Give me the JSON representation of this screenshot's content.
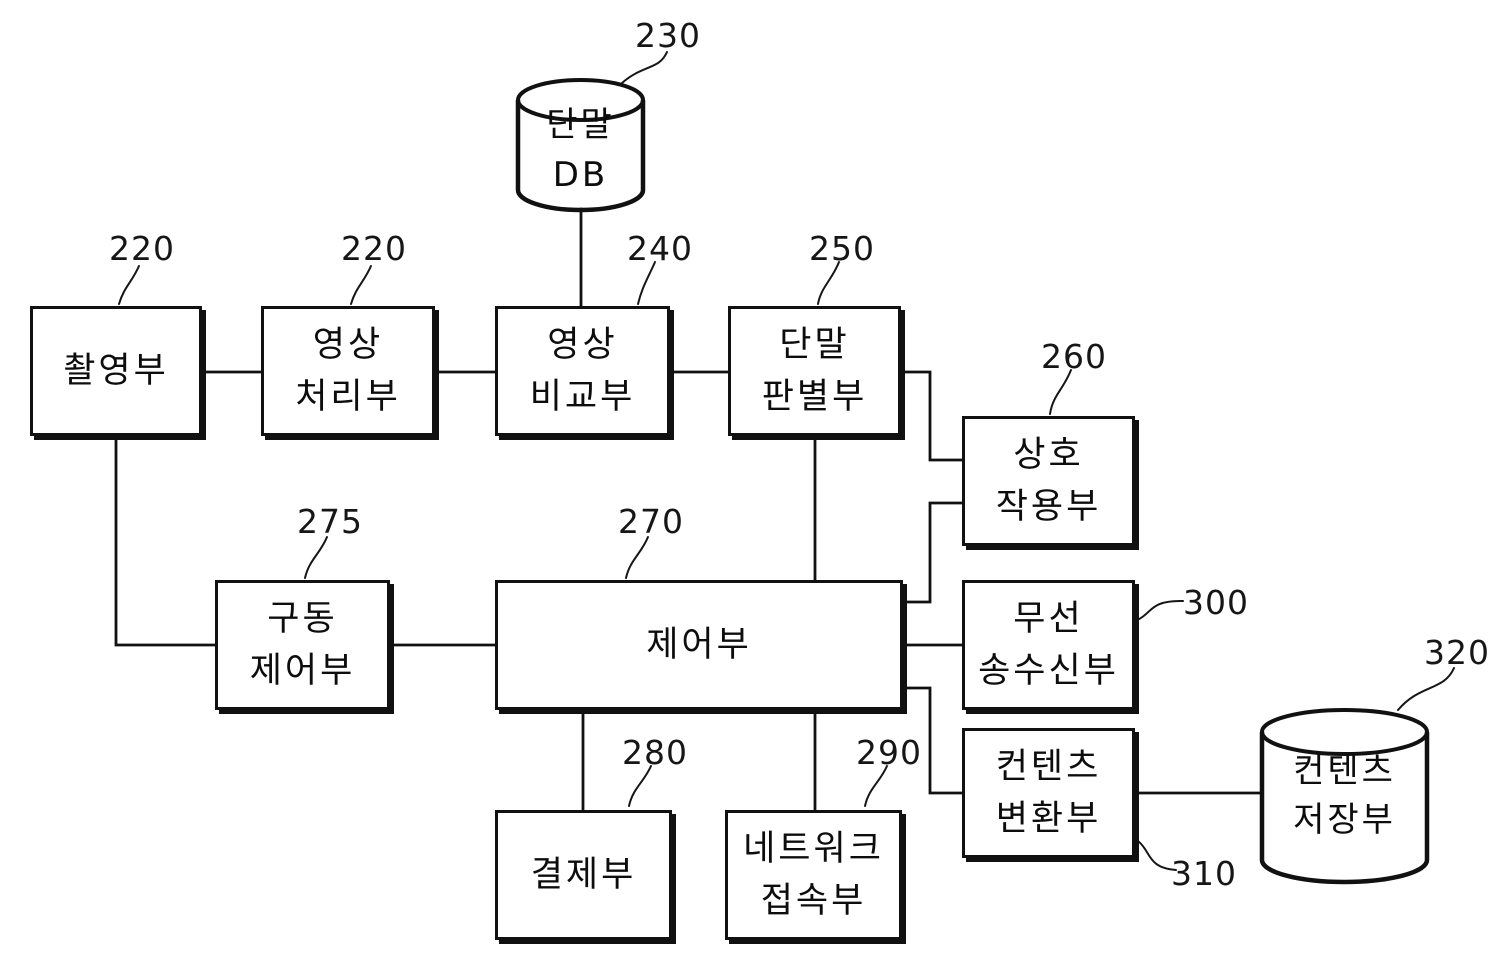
{
  "diagram": {
    "background_color": "#ffffff",
    "line_color": "#111111",
    "nodes": [
      {
        "id": "terminal-db",
        "shape": "cylinder",
        "label": "단말\nDB",
        "ref": "230"
      },
      {
        "id": "capture-unit",
        "shape": "box",
        "label": "촬영부",
        "ref": "220"
      },
      {
        "id": "image-processing-unit",
        "shape": "box",
        "label": "영상\n처리부",
        "ref": "220"
      },
      {
        "id": "image-comparison-unit",
        "shape": "box",
        "label": "영상\n비교부",
        "ref": "240"
      },
      {
        "id": "terminal-identification-unit",
        "shape": "box",
        "label": "단말\n판별부",
        "ref": "250"
      },
      {
        "id": "interaction-unit",
        "shape": "box",
        "label": "상호\n작용부",
        "ref": "260"
      },
      {
        "id": "drive-control-unit",
        "shape": "box",
        "label": "구동\n제어부",
        "ref": "275"
      },
      {
        "id": "control-unit",
        "shape": "box",
        "label": "제어부",
        "ref": "270"
      },
      {
        "id": "wireless-transceiver-unit",
        "shape": "box",
        "label": "무선\n송수신부",
        "ref": "300"
      },
      {
        "id": "content-conversion-unit",
        "shape": "box",
        "label": "컨텐츠\n변환부",
        "ref": "310"
      },
      {
        "id": "payment-unit",
        "shape": "box",
        "label": "결제부",
        "ref": "280"
      },
      {
        "id": "network-access-unit",
        "shape": "box",
        "label": "네트워크\n접속부",
        "ref": "290"
      },
      {
        "id": "content-storage-unit",
        "shape": "cylinder",
        "label": "컨텐츠\n저장부",
        "ref": "320"
      }
    ]
  }
}
